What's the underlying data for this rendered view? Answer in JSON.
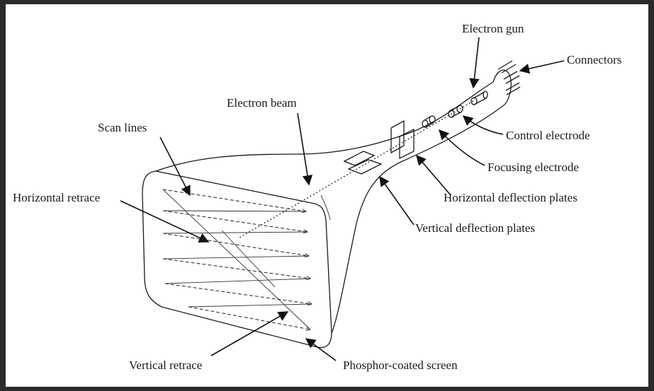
{
  "labels": {
    "electron_gun": "Electron gun",
    "connectors": "Connectors",
    "electron_beam": "Electron beam",
    "scan_lines": "Scan lines",
    "control_electrode": "Control electrode",
    "focusing_electrode": "Focusing electrode",
    "horizontal_retrace": "Horizontal retrace",
    "horizontal_deflection_plates": "Horizontal deflection plates",
    "vertical_deflection_plates": "Vertical deflection plates",
    "vertical_retrace": "Vertical retrace",
    "phosphor_coated_screen": "Phosphor-coated screen"
  }
}
